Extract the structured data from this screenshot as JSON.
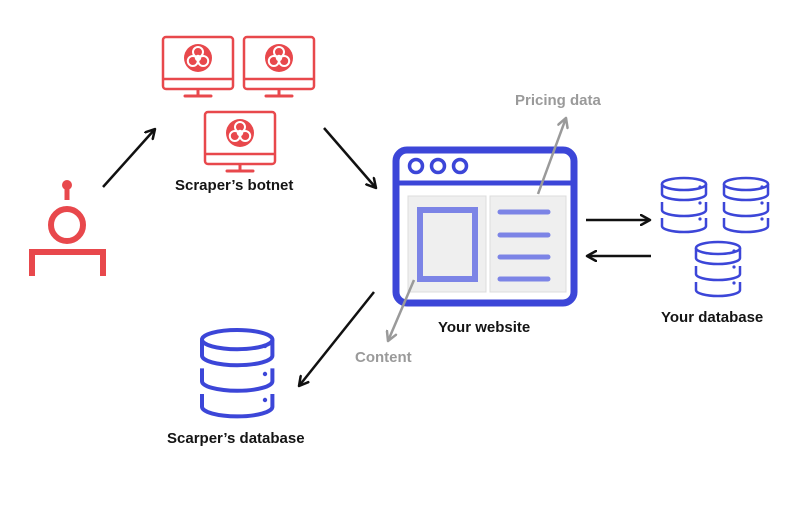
{
  "labels": {
    "botnet": "Scraper’s botnet",
    "website": "Your website",
    "your_database": "Your database",
    "scraper_database": "Scarper’s database",
    "pricing_data": "Pricing data",
    "content": "Content"
  },
  "colors": {
    "scraper_red": "#e8484c",
    "site_blue": "#3c46d8",
    "site_blue_light": "#7c84e6",
    "panel_gray": "#efefef",
    "arrow_dark": "#111111",
    "arrow_gray": "#9a9a9a"
  },
  "icons": {
    "scraper": "scraper-robot-icon",
    "botnet_computer": "biohazard-monitor-icon",
    "website": "browser-window-icon",
    "database": "database-icon"
  }
}
